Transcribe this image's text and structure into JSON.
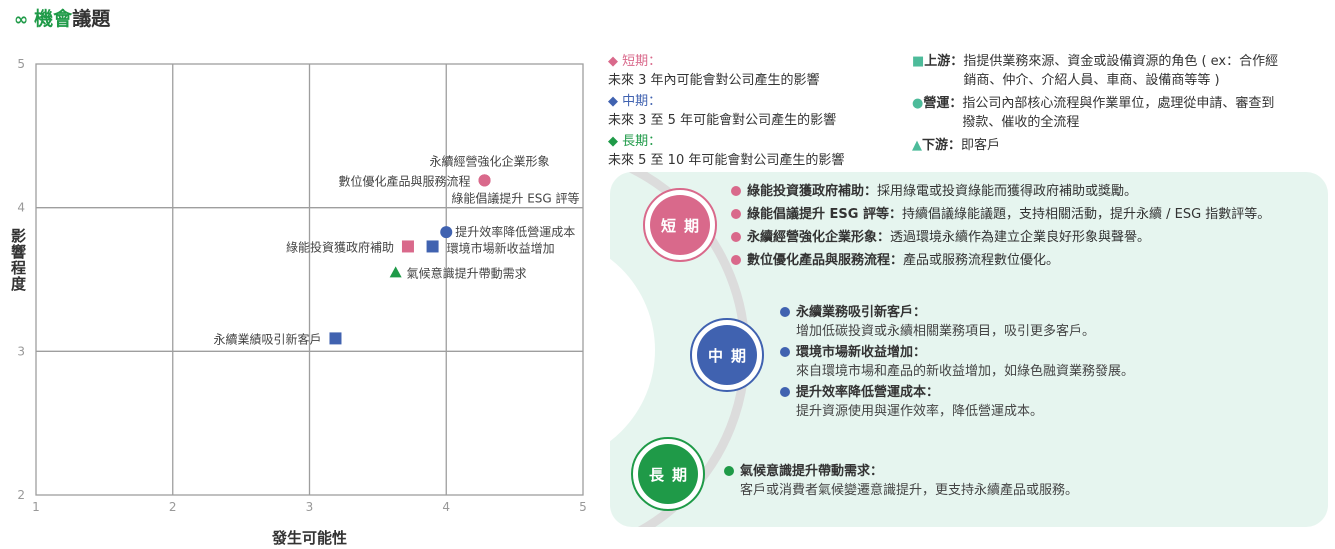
{
  "title": {
    "icon": "infinity-icon",
    "part1": "機會",
    "part2": "議題"
  },
  "colors": {
    "short": "#d9698b",
    "mid": "#4062b0",
    "long": "#1f9a48",
    "teal": "#4dbb9a",
    "panel": "#e6f5ef"
  },
  "legend_terms": [
    {
      "label": "短期：",
      "desc": "未來 3 年內可能會對公司產生的影響",
      "color": "#d9698b"
    },
    {
      "label": "中期：",
      "desc": "未來 3 至 5 年可能會對公司產生的影響",
      "color": "#4062b0"
    },
    {
      "label": "長期：",
      "desc": "未來 5 至 10 年可能會對公司產生的影響",
      "color": "#1f9a48"
    }
  ],
  "legend_chain": [
    {
      "shape": "square",
      "label": "上游：",
      "line1": "指提供業務來源、資金或設備資源的角色 ( ex：合作經",
      "line2": "銷商、仲介、介紹人員、車商、設備商等等 )"
    },
    {
      "shape": "circle",
      "label": "營運：",
      "line1": "指公司內部核心流程與作業單位，處理從申請、審查到",
      "line2": "撥款、催收的全流程"
    },
    {
      "shape": "triangle",
      "label": "下游：",
      "line1": "即客戶",
      "line2": ""
    }
  ],
  "chart_data": {
    "type": "scatter",
    "xlabel": "發生可能性",
    "ylabel": "影響程度",
    "xlim": [
      1,
      5
    ],
    "ylim": [
      2,
      5
    ],
    "xticks": [
      "1",
      "2",
      "3",
      "4",
      "5"
    ],
    "yticks": [
      "2",
      "3",
      "4",
      "5"
    ],
    "grid": true,
    "points": [
      {
        "name": "綠能投資獲政府補助",
        "x": 3.72,
        "y": 3.73,
        "term": "short",
        "shape": "square"
      },
      {
        "name": "綠能倡議提升 ESG 評等",
        "x": 4.28,
        "y": 4.19,
        "term": "short",
        "shape": "circle"
      },
      {
        "name": "永續經營強化企業形象",
        "x": 4.28,
        "y": 4.19,
        "term": "short",
        "shape": "circle"
      },
      {
        "name": "數位優化產品與服務流程",
        "x": 4.28,
        "y": 4.19,
        "term": "short",
        "shape": "circle"
      },
      {
        "name": "永續業績吸引新客戶",
        "x": 3.19,
        "y": 3.09,
        "term": "mid",
        "shape": "square"
      },
      {
        "name": "環境市場新收益增加",
        "x": 3.9,
        "y": 3.73,
        "term": "mid",
        "shape": "square"
      },
      {
        "name": "提升效率降低營運成本",
        "x": 4.0,
        "y": 3.83,
        "term": "mid",
        "shape": "circle"
      },
      {
        "name": "氣候意識提升帶動需求",
        "x": 3.63,
        "y": 3.55,
        "term": "long",
        "shape": "triangle"
      }
    ]
  },
  "panel": {
    "short": {
      "badge": "短期",
      "items": [
        {
          "title": "綠能投資獲政府補助：",
          "desc": "採用綠電或投資綠能而獲得政府補助或獎勵。"
        },
        {
          "title": "綠能倡議提升 ESG 評等：",
          "desc": "持續倡議綠能議題，支持相關活動，提升永續 / ESG 指數評等。"
        },
        {
          "title": "永續經營強化企業形象：",
          "desc": "透過環境永續作為建立企業良好形象與聲譽。"
        },
        {
          "title": "數位優化產品與服務流程：",
          "desc": "產品或服務流程數位優化。"
        }
      ]
    },
    "mid": {
      "badge": "中期",
      "items": [
        {
          "title": "永續業務吸引新客戶：",
          "desc": "增加低碳投資或永續相關業務項目，吸引更多客戶。"
        },
        {
          "title": "環境市場新收益增加：",
          "desc": "來自環境市場和產品的新收益增加，如綠色融資業務發展。"
        },
        {
          "title": "提升效率降低營運成本：",
          "desc": "提升資源使用與運作效率，降低營運成本。"
        }
      ]
    },
    "long": {
      "badge": "長期",
      "items": [
        {
          "title": "氣候意識提升帶動需求：",
          "desc": "客戶或消費者氣候變遷意識提升，更支持永續產品或服務。"
        }
      ]
    }
  }
}
